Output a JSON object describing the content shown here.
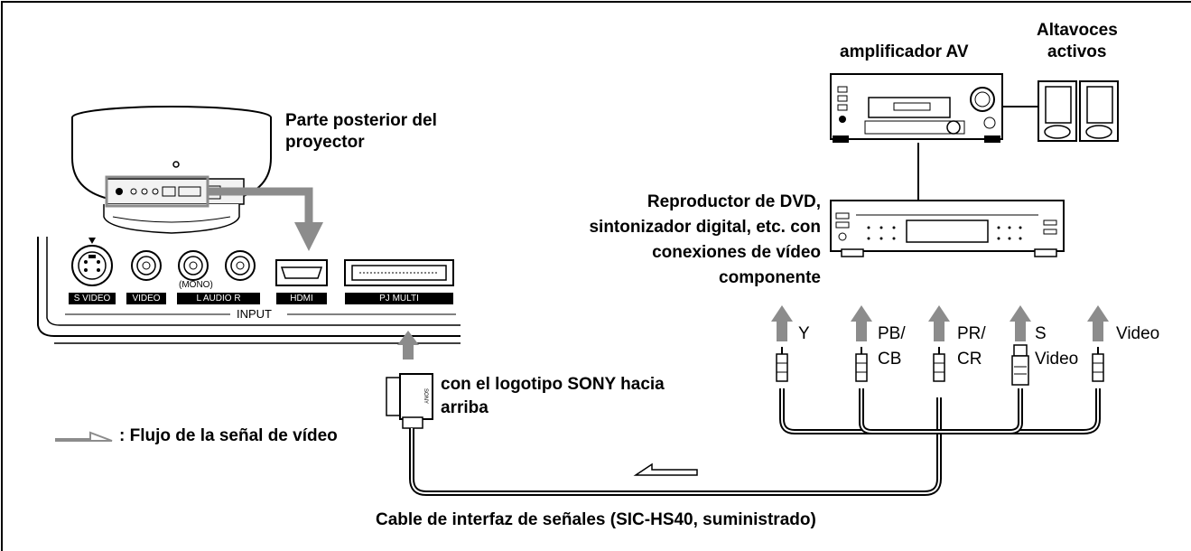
{
  "labels": {
    "amplifier": "amplificador AV",
    "speakers_line1": "Altavoces",
    "speakers_line2": "activos",
    "projector_line1": "Parte posterior del",
    "projector_line2": "proyector",
    "dvd_line1": "Reproductor de DVD,",
    "dvd_line2": "sintonizador digital, etc. con",
    "dvd_line3": "conexiones de vídeo",
    "dvd_line4": "componente",
    "sony_line1": "con el logotipo SONY hacia",
    "sony_line2": "arriba",
    "legend": ": Flujo de la señal de vídeo",
    "cable": "Cable de interfaz de señales (SIC-HS40, suministrado)"
  },
  "panel": {
    "svideo": "S VIDEO",
    "video": "VIDEO",
    "mono": "(MONO)",
    "audio": "L   AUDIO   R",
    "hdmi": "HDMI",
    "pjmulti": "PJ MULTI",
    "input": "INPUT"
  },
  "signals": {
    "y": "Y",
    "pb_top": "PB/",
    "pb_bottom": "CB",
    "pr_top": "PR/",
    "pr_bottom": "CR",
    "s_top": "S",
    "s_bottom": "Video",
    "video": "Video"
  },
  "colors": {
    "line": "#000000",
    "arrow": "#8c8c8c",
    "frame": "#000000"
  }
}
